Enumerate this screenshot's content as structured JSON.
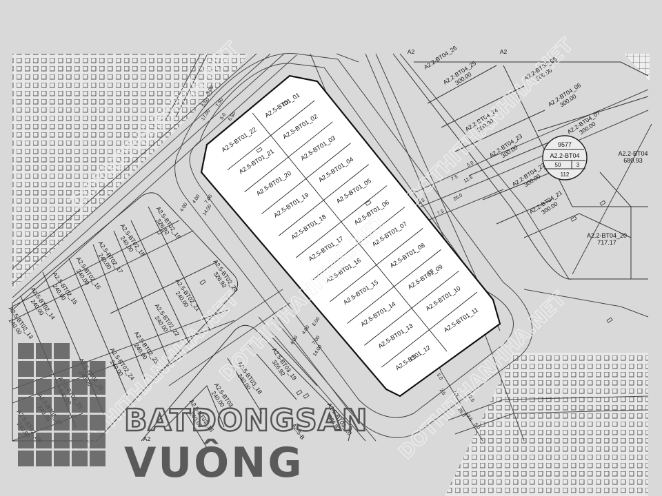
{
  "colors": {
    "background": "#d9d9d9",
    "highlight_block": "#ffffff",
    "line": "#333333",
    "watermark": "#f2f2f2",
    "logo": "#5a5a5a"
  },
  "highlight_block": {
    "lots": [
      "A2.5-BT01_01",
      "A2.5-BT01_02",
      "A2.5-BT01_03",
      "A2.5-BT01_04",
      "A2.5-BT01_05",
      "A2.5-BT01_06",
      "A2.5-BT01_07",
      "A2.5-BT01_08",
      "A2.5-BT01_09",
      "A2.5-BT01_10",
      "A2.5-BT01_11",
      "A2.5-BT01_12",
      "A2.5-BT01_13",
      "A2.5-BT01_14",
      "A2.5-BT01_15",
      "A2.5-BT01_16",
      "A2.5-BT01_17",
      "A2.5-BT01_18",
      "A2.5-BT01_19",
      "A2.5-BT01_20",
      "A2.5-BT01_21",
      "A2.5-BT01_22"
    ]
  },
  "block_bt02": {
    "lots": [
      {
        "name": "A2.5-BT02_19",
        "area": "326.92"
      },
      {
        "name": "A2.5-BT02_18",
        "area": "240.00"
      },
      {
        "name": "A2.5-BT02_17",
        "area": "240.00"
      },
      {
        "name": "A2.5-BT02_16",
        "area": "240.00"
      },
      {
        "name": "A2.5-BT02_15",
        "area": "240.00"
      },
      {
        "name": "A2.5-BT02_14",
        "area": "240.00"
      },
      {
        "name": "A2.5-BT02_13",
        "area": "240.00"
      },
      {
        "name": "A2.5-BT02_20",
        "area": "326.92"
      },
      {
        "name": "A2.5-BT02_21",
        "area": "240.00"
      },
      {
        "name": "A2.5-BT02_22",
        "area": "240.00"
      },
      {
        "name": "A2.5-BT02_23",
        "area": "240.00"
      },
      {
        "name": "A2.5-BT02_24",
        "area": "240.00"
      },
      {
        "name": "A2.5-BT02_25",
        "area": "240.00"
      },
      {
        "name": "A2.5-BT02_26",
        "area": "240.00"
      },
      {
        "name": "A2.5-BT02_27",
        "area": "240.00"
      },
      {
        "name": "A2.5-BT02_28",
        "area": "240.00"
      }
    ]
  },
  "block_bt03": {
    "lots": [
      {
        "name": "A2.5-BT03_19",
        "area": "326.92"
      },
      {
        "name": "A2.5-BT03_18",
        "area": "240.00"
      },
      {
        "name": "A2.5-BT03",
        "area": "240.00"
      },
      {
        "name": "A2.5-BT03_16",
        "area": "240.00"
      },
      {
        "name": "A2.5-BT03_20",
        "area": "326.92"
      }
    ],
    "partial_labels": [
      "A2.5-B",
      "A2"
    ]
  },
  "block_bt04": {
    "lots": [
      {
        "name": "A2.2-BT04_26",
        "area": ""
      },
      {
        "name": "A2.2-BT04_25",
        "area": "300.00"
      },
      {
        "name": "A2.2-BT04_24",
        "area": "300.00"
      },
      {
        "name": "A2.2-BT04_23",
        "area": "300.00"
      },
      {
        "name": "A2.2-BT04_22",
        "area": "300.00"
      },
      {
        "name": "A2.2-BT04_21",
        "area": "300.00"
      },
      {
        "name": "A2.2-BT04_05",
        "area": "300.00"
      },
      {
        "name": "A2.2-BT04_06",
        "area": "300.00"
      },
      {
        "name": "A2.2-BT04_07",
        "area": "300.00"
      }
    ],
    "large_lots": [
      {
        "name": "A2.2-BT04",
        "area": "680.93"
      },
      {
        "name": "A2.2-BT04_20",
        "area": "717.17"
      }
    ],
    "partial_labels": [
      "A2",
      "A2"
    ]
  },
  "block_badge": {
    "area": "9577",
    "name": "A2.2-BT04",
    "left": "50",
    "right": "3",
    "bottom": "112"
  },
  "road_dims": {
    "north": [
      "5.00",
      "7.50",
      "6.50",
      "5.00",
      "17.00",
      "5.0"
    ],
    "west": [
      "4.00",
      "4.00",
      "7.00",
      "14.00"
    ],
    "east": [
      "5.0",
      "7.5",
      "12.5",
      "2.5",
      "25.0",
      "7.5"
    ],
    "south_west": [
      "4.00",
      "4.00",
      "6.00",
      "7.00",
      "14.00"
    ],
    "south_east": [
      "5.0",
      "2.5",
      "25.0",
      "7.5",
      "2.5",
      "12.5",
      "5.0"
    ]
  },
  "watermark": "DOTHITHANHHA.NET",
  "brand": {
    "line1": "BATDONGSAN",
    "line2": "VUÔNG"
  }
}
